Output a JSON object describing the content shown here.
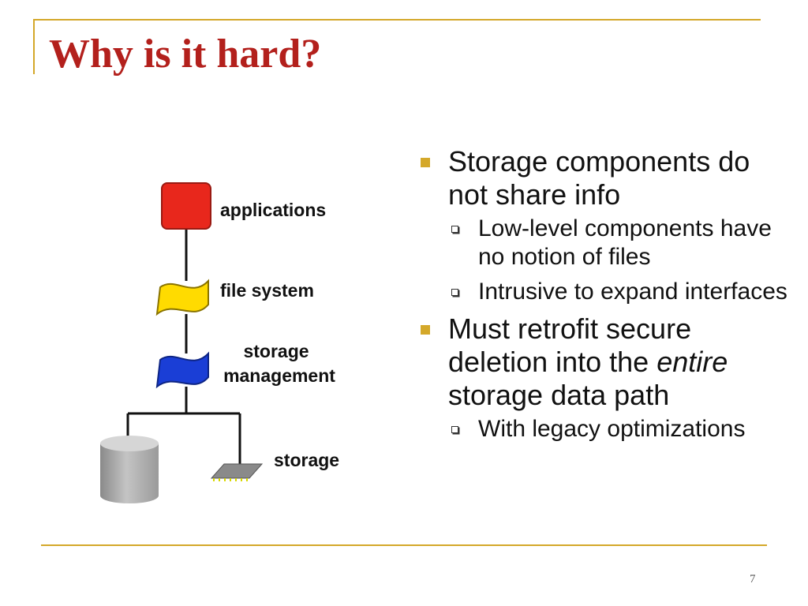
{
  "title": "Why is it hard?",
  "page_number": "7",
  "diagram": {
    "labels": {
      "applications": "applications",
      "file_system": "file system",
      "storage_management_1": "storage",
      "storage_management_2": "management",
      "storage": "storage"
    },
    "colors": {
      "applications": "#e8271c",
      "file_system": "#ffdb00",
      "storage_management": "#1a3ed6",
      "disk": "#a8a8a8",
      "chip": "#8a8a8a",
      "chip_pins": "#d8d800"
    }
  },
  "bullets": [
    {
      "text": "Storage components do not share info",
      "subs": [
        "Low-level components have no notion of files",
        "Intrusive to expand interfaces"
      ]
    },
    {
      "text_before": "Must retrofit secure deletion into the ",
      "text_emphasis": "entire",
      "text_after": " storage data path",
      "subs": [
        "With legacy optimizations"
      ]
    }
  ]
}
